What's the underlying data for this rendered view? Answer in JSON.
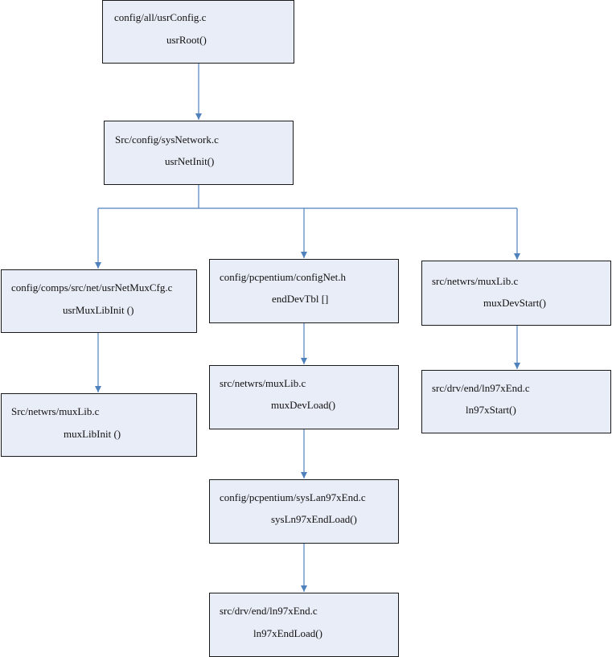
{
  "colors": {
    "box_fill": "#e9edf7",
    "box_border": "#1a1a1a",
    "connector": "#4f81bd"
  },
  "nodes": {
    "usr_config": {
      "file": "config/all/usrConfig.c",
      "func": "usrRoot()"
    },
    "sys_network": {
      "file": "Src/config/sysNetwork.c",
      "func": "usrNetInit()"
    },
    "usr_net_mux_cfg": {
      "file": "config/comps/src/net/usrNetMuxCfg.c",
      "func": "usrMuxLibInit ()"
    },
    "mux_lib_a": {
      "file": "Src/netwrs/muxLib.c",
      "func": "muxLibInit ()"
    },
    "config_net": {
      "file": "config/pcpentium/configNet.h",
      "func": "endDevTbl []"
    },
    "mux_lib_b": {
      "file": "src/netwrs/muxLib.c",
      "func": "muxDevLoad()"
    },
    "sys_lan": {
      "file": "config/pcpentium/sysLan97xEnd.c",
      "func": "sysLn97xEndLoad()"
    },
    "ln97x_end_b": {
      "file": "src/drv/end/ln97xEnd.c",
      "func": "ln97xEndLoad()"
    },
    "mux_lib_c": {
      "file": "src/netwrs/muxLib.c",
      "func": "muxDevStart()"
    },
    "ln97x_end_a": {
      "file": "src/drv/end/ln97xEnd.c",
      "func": "ln97xStart()"
    }
  }
}
